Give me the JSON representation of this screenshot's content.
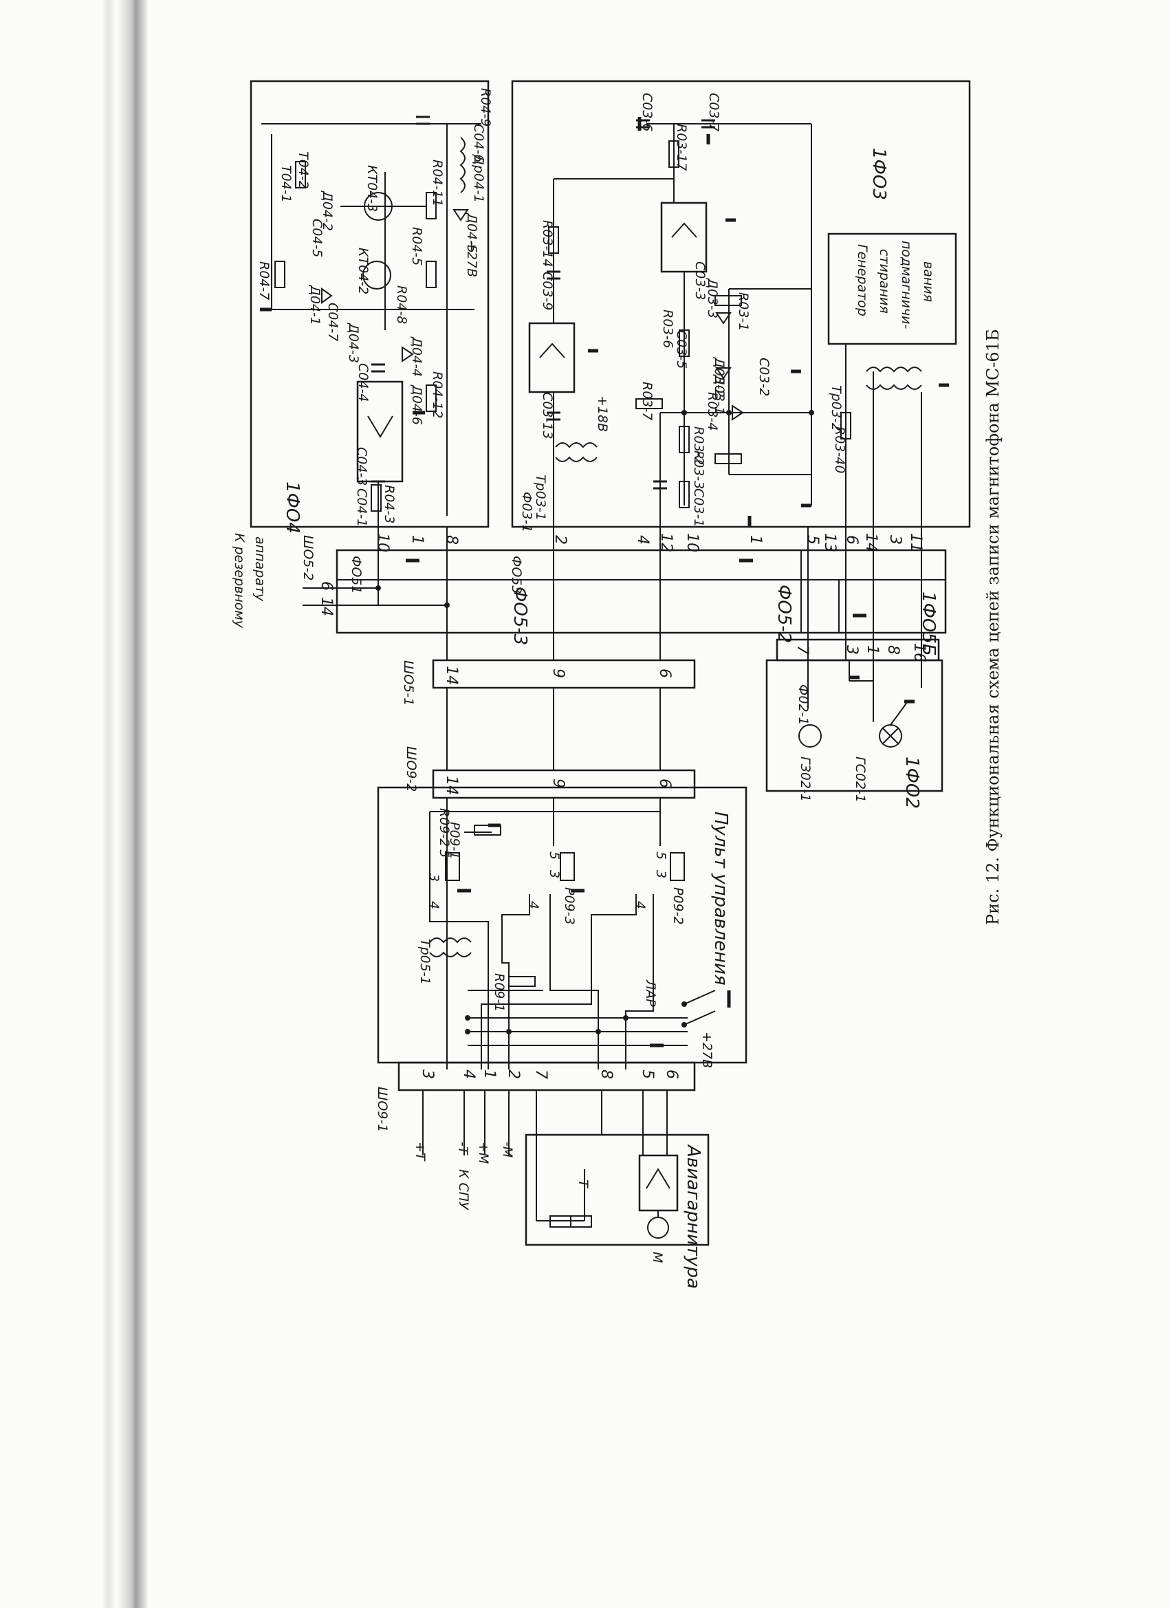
{
  "caption": "Рис. 12. Функциональная схема цепей записи магнитофона МС-61Б",
  "blocks": {
    "f04": "1ФО4",
    "f03": "1ФО3",
    "f02": "1ФО2",
    "f05b": "1ФО5Б",
    "f05_2": "ФО5-2",
    "f05_3": "ФО5-3",
    "sh05_1": "ШО5-1",
    "sh05_2": "ШО5-2",
    "sh09_1": "ШО9-1",
    "sh09_2": "ШО9-2",
    "f05_1": "ФО51",
    "f05_3b": "ФО53",
    "control_panel": "Пульт управления",
    "headset": "Авиагарнитура",
    "reserve_line1": "К резервному",
    "reserve_line2": "аппарату",
    "kspu": "К СПУ",
    "generator": [
      "Генератор",
      "стирания",
      "подмагничи-",
      "вания"
    ]
  },
  "pins": {
    "sh052": [
      "14",
      "6"
    ],
    "f05_left": [
      "10",
      "1",
      "8"
    ],
    "f05_mid": [
      "2",
      "4",
      "12",
      "10",
      "1"
    ],
    "f05_right": [
      "5",
      "13",
      "6",
      "14",
      "3",
      "11"
    ],
    "sh05_1": [
      "14",
      "9",
      "6"
    ],
    "f02": [
      "7",
      "3",
      "1",
      "8",
      "16"
    ],
    "sh09_2": [
      "14",
      "9",
      "6"
    ],
    "sh09_1": [
      "3",
      "4",
      "1",
      "2",
      "7",
      "8",
      "5",
      "6"
    ],
    "relay_pins": [
      "3",
      "4",
      "5",
      "3",
      "4",
      "5",
      "3",
      "4",
      "5"
    ]
  },
  "kspu_lines": [
    "+Т",
    "-Т",
    "+М",
    "-М"
  ],
  "components": {
    "f04": [
      "R04-7",
      "Т04-1",
      "С04-5",
      "Д04-2",
      "КТ04-3",
      "R04-11",
      "Д04-1",
      "С04-7",
      "Д04-3",
      "КТ04-2",
      "R04-5",
      "R04-8",
      "Д04-4",
      "С04-4",
      "Д04-6",
      "R04-12",
      "С04-3",
      "С04-1",
      "R04-3",
      "Д04-5",
      "С04-6",
      "Др04-1",
      "R04-9",
      "Т04-2"
    ],
    "f04_supply": "+27В",
    "f03": [
      "С03-9",
      "R03-14",
      "R03-17",
      "С03-6",
      "С03-7",
      "С03-13",
      "Тр03-1",
      "R03-7",
      "R03-6",
      "С03-5",
      "С03-3",
      "Д03-3",
      "R03-1",
      "Д03-2",
      "Д03-1",
      "С03-2",
      "R03-4",
      "R03-2",
      "R03-3",
      "С03-1",
      "Ф03-1",
      "Тр03-2",
      "R03-40"
    ],
    "f03_supply": "+18В",
    "f02": [
      "Ф02-1",
      "ГЗ02-1",
      "ГС02-1"
    ],
    "panel": [
      "Тр05-1",
      "R09-2",
      "R09-1",
      "Р09-1",
      "Р09-3",
      "Р09-2",
      "ЛАР"
    ],
    "panel_supply": "+27В",
    "headset": [
      "Т",
      "М"
    ]
  }
}
